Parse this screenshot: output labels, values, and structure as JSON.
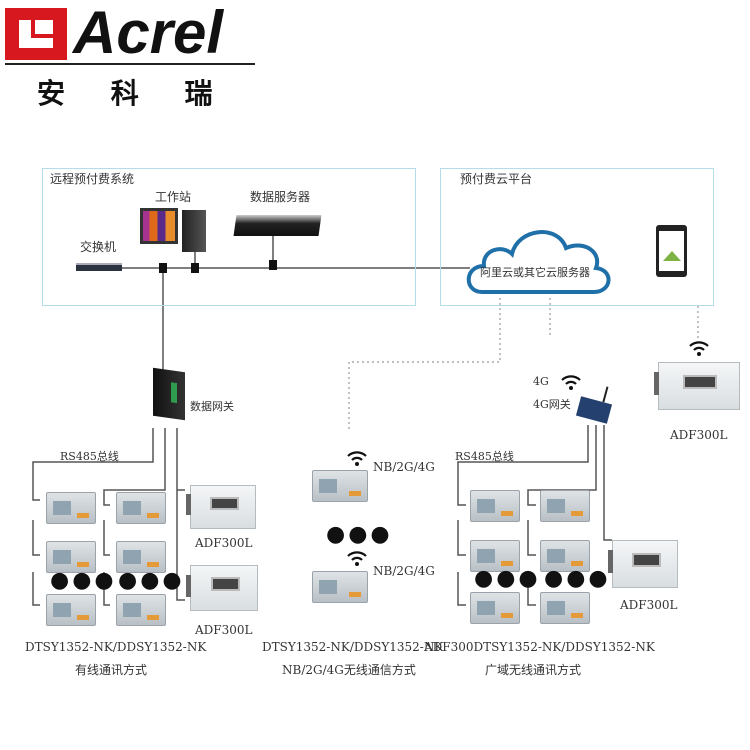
{
  "logo": {
    "brand": "Acrel",
    "chinese": "安 科 瑞",
    "colors": {
      "red": "#d7191f",
      "black": "#111111"
    }
  },
  "local_system": {
    "title": "远程预付费系统",
    "workstation": "工作站",
    "data_server": "数据服务器",
    "switch": "交换机"
  },
  "cloud_platform": {
    "title": "预付费云平台",
    "cloud_label": "阿里云或其它云服务器"
  },
  "gateway": {
    "label": "数据网关"
  },
  "gateway_4g": {
    "label_4g": "4G",
    "label": "4G网关"
  },
  "wired": {
    "bus": "RS485总线",
    "adf1": "ADF300L",
    "adf2": "ADF300L",
    "model": "DTSY1352-NK/DDSY1352-NK",
    "mode": "有线通讯方式"
  },
  "wireless": {
    "nb1": "NB/2G/4G",
    "nb2": "NB/2G/4G",
    "model": "DTSY1352-NK/DDSY1352-NK",
    "mode": "NB/2G/4G无线通信方式"
  },
  "wan": {
    "bus": "RS485总线",
    "adf": "ADF300L",
    "model": "ADF300DTSY1352-NK/DDSY1352-NK",
    "mode": "广域无线通讯方式"
  },
  "standalone": {
    "adf": "ADF300L"
  },
  "dots": "●●●",
  "line_color": "#555555",
  "box_border": "#b5dde9",
  "cloud_color": "#1f6fa8"
}
